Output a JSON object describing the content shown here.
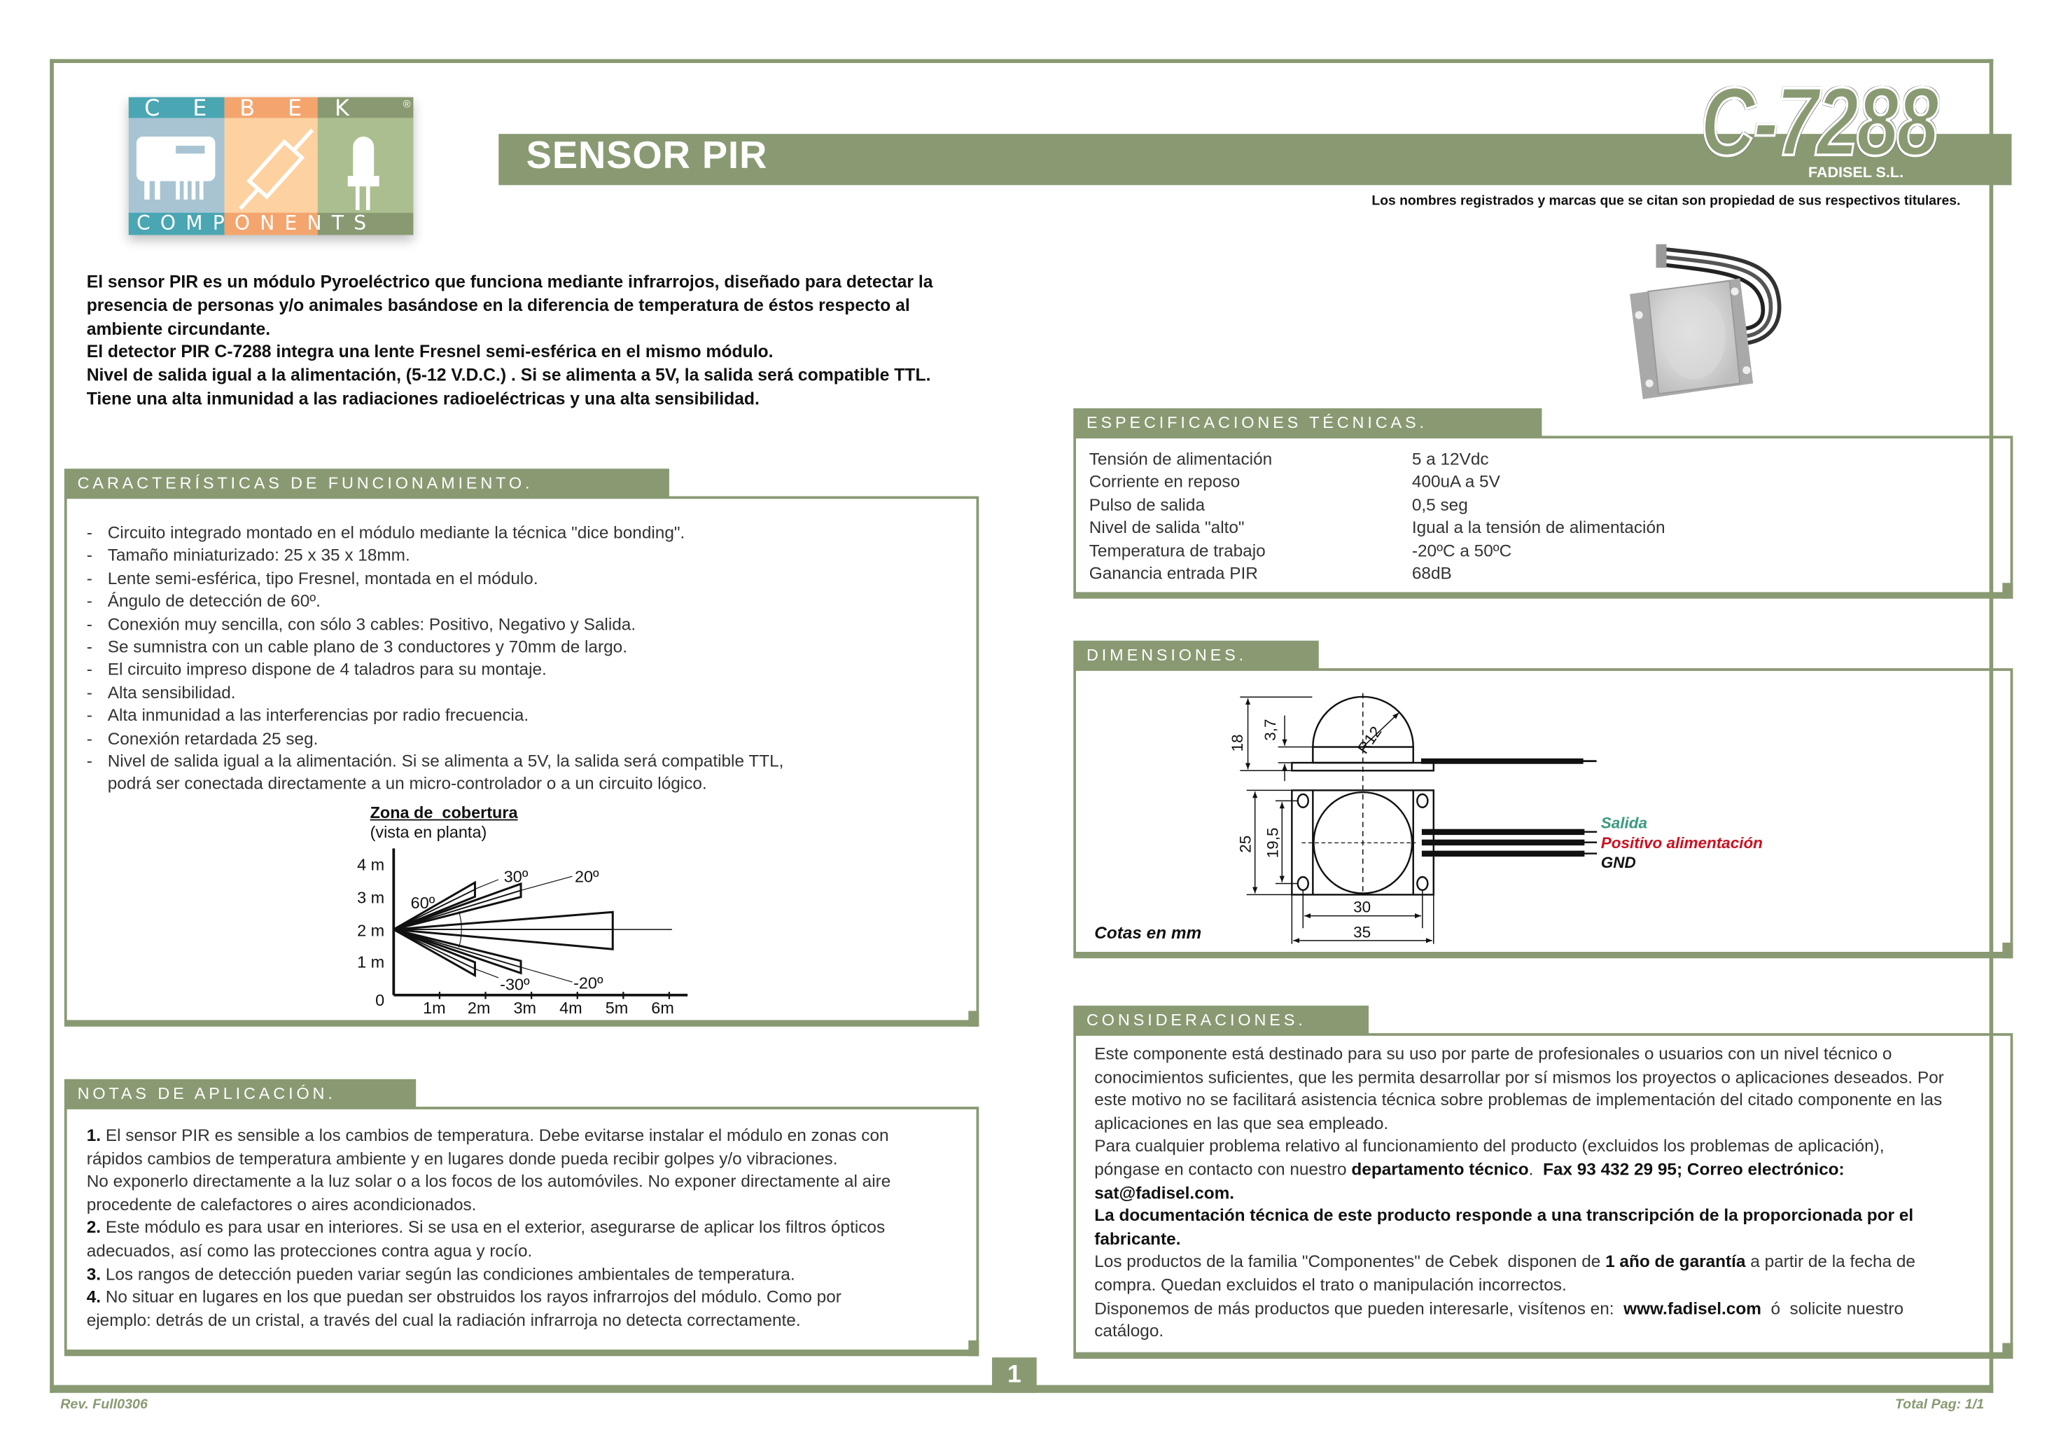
{
  "colors": {
    "brand_green": "#899a73",
    "salida": "#3a9a80",
    "positivo": "#cc1020",
    "gnd": "#111111"
  },
  "logo": {
    "top": "CEBEK",
    "registered": "®",
    "bottom": "COMPONENTS"
  },
  "header": {
    "title": "SENSOR PIR",
    "model": "C-7288",
    "company": "FADISEL S.L.",
    "disclaimer": "Los nombres registrados y marcas que se citan son propiedad de sus respectivos titulares."
  },
  "intro": [
    "El sensor PIR es un módulo Pyroeléctrico que funciona mediante infrarrojos, diseñado para detectar la",
    "presencia de personas y/o animales basándose en la diferencia de temperatura de éstos respecto al",
    "ambiente circundante.",
    "El detector PIR C-7288  integra una lente Fresnel semi-esférica en el mismo módulo.",
    "Nivel de salida igual a la  alimentación, (5-12 V.D.C.) . Si se alimenta a 5V, la salida será compatible TTL.",
    "Tiene una alta inmunidad a las radiaciones radioeléctricas y una alta sensibilidad."
  ],
  "features": {
    "heading": "CARACTERÍSTICAS DE FUNCIONAMIENTO.",
    "bullet": "-",
    "items": [
      [
        "Circuito integrado montado en el módulo mediante la técnica \"dice bonding\"."
      ],
      [
        "Tamaño miniaturizado: 25 x 35 x 18mm."
      ],
      [
        "Lente semi-esférica, tipo Fresnel, montada en el módulo."
      ],
      [
        "Ángulo de detección de 60º."
      ],
      [
        "Conexión muy sencilla, con sólo 3 cables: Positivo, Negativo y Salida."
      ],
      [
        "Se sumnistra con un cable plano de 3 conductores y 70mm de largo."
      ],
      [
        "El circuito impreso dispone de 4 taladros para su montaje."
      ],
      [
        "Alta sensibilidad."
      ],
      [
        "Alta inmunidad a las interferencias por radio frecuencia."
      ],
      [
        "Conexión retardada 25 seg."
      ],
      [
        "Nivel de salida igual a la  alimentación. Si se alimenta a 5V, la salida será compatible TTL,",
        "podrá ser conectada directamente a un micro-controlador o a un circuito lógico."
      ]
    ]
  },
  "coverage": {
    "title": "Zona de  cobertura",
    "subtitle": "(vista en planta)",
    "y_ticks": [
      "0",
      "1 m",
      "2 m",
      "3 m",
      "4 m"
    ],
    "x_ticks": [
      "1m",
      "2m",
      "3m",
      "4m",
      "5m",
      "6m"
    ],
    "angles": {
      "a60": "60º",
      "a30": "30º",
      "a20": "20º",
      "an30": "-30º",
      "an20": "-20º"
    }
  },
  "notes": {
    "heading": "NOTAS DE APLICACIÓN.",
    "items": [
      {
        "num": "1.",
        "lines": [
          "El sensor PIR es sensible a los cambios de temperatura. Debe evitarse instalar el módulo en zonas con",
          "rápidos cambios de temperatura ambiente y  en lugares donde  pueda recibir golpes y/o vibraciones.",
          "No exponerlo directamente a la luz solar o a los focos de los automóviles. No exponer directamente al aire",
          "procedente de calefactores o aires acondicionados."
        ]
      },
      {
        "num": "2.",
        "lines": [
          "Este módulo es para usar en interiores. Si se usa en el exterior, asegurarse de aplicar los filtros ópticos",
          "adecuados, así como las protecciones contra agua y rocío."
        ]
      },
      {
        "num": "3.",
        "lines": [
          "Los rangos de detección pueden variar según las condiciones ambientales de temperatura."
        ]
      },
      {
        "num": "4.",
        "lines": [
          "No situar en lugares en los que puedan ser obstruidos los rayos infrarrojos del módulo. Como por",
          "ejemplo: detrás de un cristal, a través del cual la radiación infrarroja no detecta correctamente."
        ]
      }
    ]
  },
  "specs": {
    "heading": "ESPECIFICACIONES TÉCNICAS.",
    "rows": [
      {
        "label": "Tensión de alimentación",
        "value": "5 a 12Vdc"
      },
      {
        "label": "Corriente en reposo",
        "value": "400uA a 5V"
      },
      {
        "label": "Pulso de salida",
        "value": "0,5 seg"
      },
      {
        "label": "Nivel de salida \"alto\"",
        "value": "Igual a la tensión de alimentación"
      },
      {
        "label": "Temperatura de trabajo",
        "value": "-20ºC a 50ºC"
      },
      {
        "label": "Ganancia entrada PIR",
        "value": "68dB"
      }
    ]
  },
  "dimensions": {
    "heading": "DIMENSIONES.",
    "height_total": "18",
    "base_height": "3,7",
    "radius": "R12",
    "width_total": "25",
    "hole_spacing_v": "19,5",
    "hole_spacing_h": "30",
    "length_total": "35",
    "wire_output": "Salida",
    "wire_positive": "Positivo alimentación",
    "wire_gnd": "GND",
    "units_note": "Cotas en mm"
  },
  "considerations": {
    "heading": "CONSIDERACIONES.",
    "lines": [
      [
        {
          "text": "Este componente está destinado para su uso por parte de profesionales o usuarios con un nivel técnico o",
          "bold": false
        }
      ],
      [
        {
          "text": "conocimientos suficientes, que les permita desarrollar por sí mismos los proyectos o aplicaciones deseados. Por",
          "bold": false
        }
      ],
      [
        {
          "text": "este motivo no se facilitará asistencia técnica sobre problemas de implementación del citado componente en las",
          "bold": false
        }
      ],
      [
        {
          "text": "aplicaciones en las que sea empleado.",
          "bold": false
        }
      ],
      [
        {
          "text": "Para cualquier problema relativo al funcionamiento del producto (excluidos los problemas de aplicación),",
          "bold": false
        }
      ],
      [
        {
          "text": "póngase en contacto con nuestro ",
          "bold": false
        },
        {
          "text": "departamento técnico",
          "bold": true
        },
        {
          "text": ".  ",
          "bold": false
        },
        {
          "text": "Fax 93 432 29 95; Correo electrónico:",
          "bold": true
        }
      ],
      [
        {
          "text": "sat@fadisel.com.",
          "bold": true
        }
      ],
      [
        {
          "text": "La documentación técnica de este producto responde a una transcripción de la proporcionada por el",
          "bold": true
        }
      ],
      [
        {
          "text": "fabricante.",
          "bold": true
        }
      ],
      [
        {
          "text": "Los productos de la familia \"Componentes\" de Cebek  disponen de ",
          "bold": false
        },
        {
          "text": "1 año de garantía",
          "bold": true
        },
        {
          "text": " a partir de la fecha de",
          "bold": false
        }
      ],
      [
        {
          "text": "compra. Quedan excluidos el trato o manipulación incorrectos.",
          "bold": false
        }
      ],
      [
        {
          "text": "Disponemos de más productos que pueden interesarle, visítenos en:  ",
          "bold": false
        },
        {
          "text": "www.fadisel.com",
          "bold": true
        },
        {
          "text": "  ó  solicite nuestro",
          "bold": false
        }
      ],
      [
        {
          "text": "catálogo.",
          "bold": false
        }
      ]
    ]
  },
  "footer": {
    "revision": "Rev. Full0306",
    "page_number": "1",
    "total_pages": "Total Pag: 1/1"
  }
}
